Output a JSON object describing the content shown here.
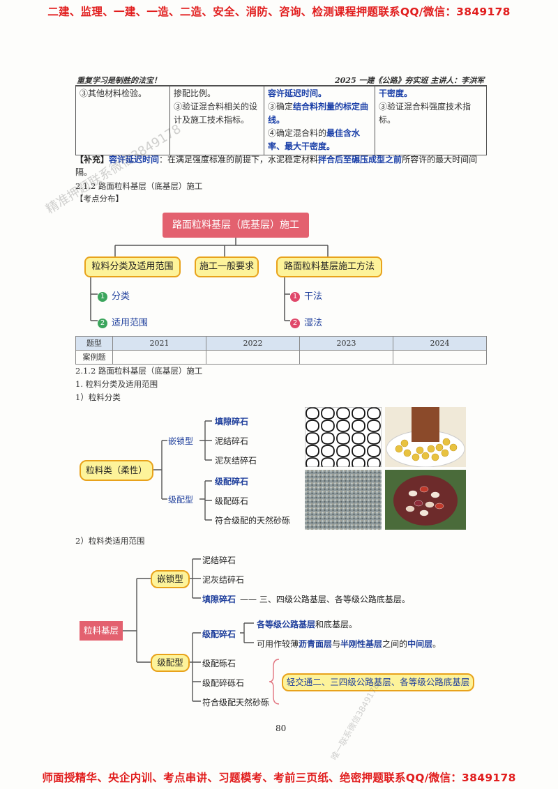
{
  "banner_top": "二建、监理、一建、一造、二造、安全、消防、咨询、检测课程押题联系QQ/微信：3849178",
  "banner_bottom": "师面授精华、央企内训、考点串讲、习题模考、考前三页纸、绝密押题联系QQ/微信：3849178",
  "header": {
    "left": "重复学习是制胜的法宝！",
    "right": "2025 一建《公路》夯实班 主讲人：李洪军"
  },
  "top_table": {
    "c1": "③其他材料检验。",
    "c2_a": "掺配比例。",
    "c2_b": "③验证混合料相关的设计及施工技术指标。",
    "c3_a": "容许延迟时间。",
    "c3_b1": "③确定",
    "c3_b2": "结合料剂量的标定曲线。",
    "c3_c1": "④确定混合料的",
    "c3_c2": "最佳含水率、最大干密度。",
    "c4_a": "干密度。",
    "c4_b": "③验证混合料强度技术指标。"
  },
  "supplement": {
    "tag": "【补充】",
    "term": "容许延迟时间",
    "t1": "：在满足强度标准的前提下，水泥稳定材料",
    "hl": "拌合后至碾压成型之前",
    "t2": "所容许的最大时间间隔。"
  },
  "section1": "2.1.2 路面粒料基层（底基层）施工",
  "kaodian": "【考点分布】",
  "mindmap": {
    "title": "路面粒料基层（底基层）施工",
    "branch1": "粒料分类及适用范围",
    "branch2": "施工一般要求",
    "branch3": "路面粒料基层施工方法",
    "b1_leaf1": "分类",
    "b1_leaf2": "适用范围",
    "b3_leaf1": "干法",
    "b3_leaf2": "湿法",
    "n1": "1",
    "n2": "2"
  },
  "year_table": {
    "head": [
      "题型",
      "2021",
      "2022",
      "2023",
      "2024"
    ],
    "row": [
      "案例题",
      "",
      "",
      "",
      ""
    ]
  },
  "section2": "2.1.2 路面粒料基层（底基层）施工",
  "sub1": "1. 粒料分类及适用范围",
  "sub1a": "1）粒料分类",
  "classify": {
    "root": "粒料类（柔性）",
    "g1": "嵌锁型",
    "g1_items": [
      "填隙碎石",
      "泥结碎石",
      "泥灰结碎石"
    ],
    "g2": "级配型",
    "g2_items": [
      "级配碎石",
      "级配砾石",
      "符合级配的天然砂砾"
    ]
  },
  "sub1b": "2）粒料类适用范围",
  "scope": {
    "root": "粒料基层",
    "g1": "嵌锁型",
    "g1_items": [
      "泥结碎石",
      "泥灰结碎石",
      "填隙碎石"
    ],
    "g1_note": "—— 三、四级公路基层、各等级公路底基层。",
    "g2": "级配型",
    "g2_items": [
      "级配碎石",
      "级配砾石",
      "级配碎砾石",
      "符合级配天然砂砾"
    ],
    "note_a1": "各等级公路基层",
    "note_a2": "和底基层。",
    "note_b1": "可用作较薄",
    "note_b2": "沥青面层",
    "note_b3": "与",
    "note_b4": "半刚性基层",
    "note_b5": "之间的",
    "note_b6": "中间层",
    "note_b7": "。",
    "bracket_note": "轻交通二、三四级公路基层、各等级公路底基层"
  },
  "page_number": "80",
  "watermarks": [
    "精准押题联系微信3849178",
    "唯一联系微信3849178"
  ],
  "colors": {
    "banner": "#e11d1d",
    "highlight": "#1a3fa8",
    "node_fill": "#fdf39a",
    "node_border": "#e8a21b",
    "title_fill": "#e3616f",
    "num_green": "#3ba55c",
    "num_pink": "#e0486a"
  }
}
